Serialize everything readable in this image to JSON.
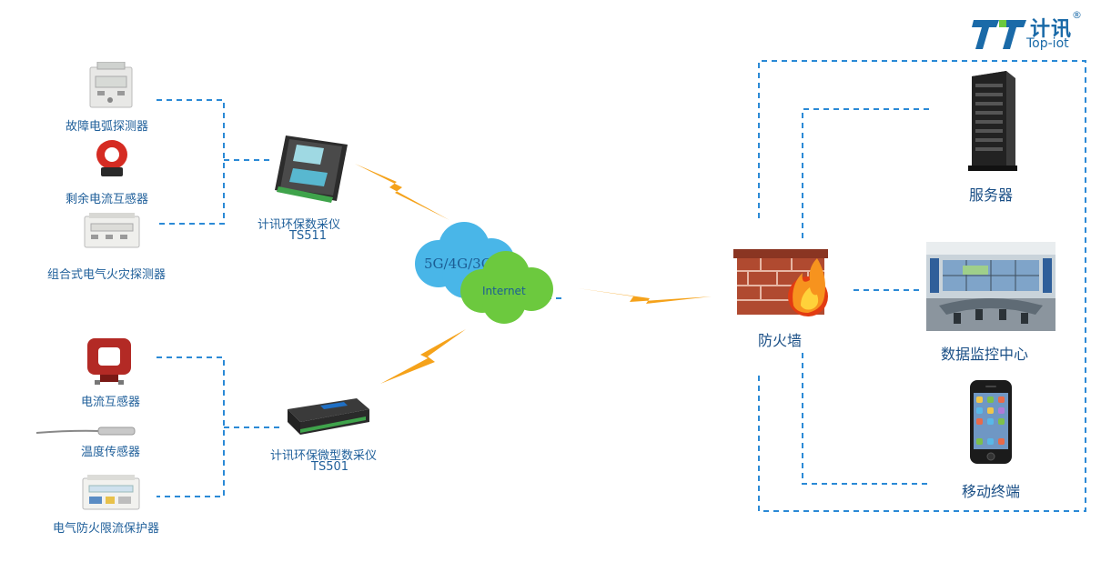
{
  "logo": {
    "cn": "计讯",
    "en": "Top-iot",
    "reg": "®"
  },
  "sensors_top": [
    {
      "label": "故障电弧探测器"
    },
    {
      "label": "剩余电流互感器"
    },
    {
      "label": "组合式电气火灾探测器"
    }
  ],
  "sensors_bottom": [
    {
      "label": "电流互感器"
    },
    {
      "label": "温度传感器"
    },
    {
      "label": "电气防火限流保护器"
    }
  ],
  "devices": [
    {
      "name": "计讯环保数采仪",
      "model": "TS511"
    },
    {
      "name": "计讯环保微型数采仪",
      "model": "TS501"
    }
  ],
  "network": {
    "cellular": "5G/4G/3G",
    "internet": "Internet"
  },
  "firewall": {
    "label": "防火墙"
  },
  "endpoints": [
    {
      "label": "服务器"
    },
    {
      "label": "数据监控中心"
    },
    {
      "label": "移动终端"
    }
  ],
  "colors": {
    "wire": "#2b8ad6",
    "label": "#1f5f9a",
    "lightning": "#f5a21a",
    "cloud_blue": "#49b6e8",
    "cloud_green": "#6cc93e"
  }
}
